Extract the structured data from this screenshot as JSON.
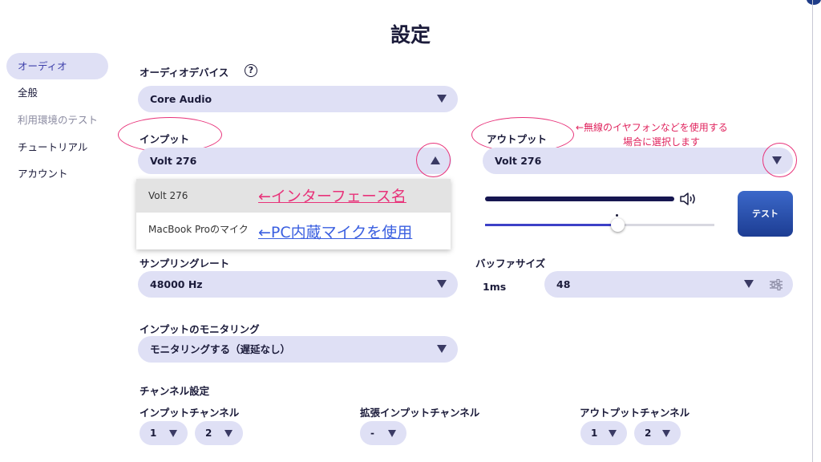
{
  "page_title": "設定",
  "sidebar": {
    "items": [
      {
        "label": "オーディオ"
      },
      {
        "label": "全般"
      },
      {
        "label": "利用環境のテスト"
      },
      {
        "label": "チュートリアル"
      },
      {
        "label": "アカウント"
      }
    ]
  },
  "audio_device": {
    "label": "オーディオデバイス",
    "help": "?",
    "value": "Core Audio"
  },
  "input": {
    "label": "インプット",
    "value": "Volt 276",
    "options": [
      "Volt 276",
      "MacBook Proのマイク"
    ]
  },
  "output": {
    "label": "アウトプット",
    "value": "Volt 276",
    "volume": 1.0,
    "balance": 0.58
  },
  "annotations": {
    "interface": "←インターフェース名",
    "builtin_mic": "←PC内蔵マイクを使用",
    "wireless_line1": "←無線のイヤフォンなどを使用する",
    "wireless_line2": "場合に選択します"
  },
  "test_button": "テスト",
  "sampling_rate": {
    "label": "サンプリングレート",
    "value": "48000 Hz"
  },
  "buffer_size": {
    "label": "バッファサイズ",
    "unit_text": "1ms",
    "value": "48"
  },
  "monitoring": {
    "label": "インプットのモニタリング",
    "value": "モニタリングする（遅延なし）"
  },
  "channel_settings": {
    "label": "チャンネル設定",
    "input_channels": {
      "label": "インプットチャンネル",
      "values": [
        "1",
        "2"
      ]
    },
    "extended_input_channels": {
      "label": "拡張インプットチャンネル",
      "value": "-"
    },
    "output_channels": {
      "label": "アウトプットチャンネル",
      "values": [
        "1",
        "2"
      ]
    }
  },
  "colors": {
    "accent": "#3d40c7",
    "select_bg": "#dfe0f5",
    "annotation_pink": "#e8337a",
    "annotation_blue": "#3a5fe0",
    "annotation_red": "#e0245e"
  }
}
